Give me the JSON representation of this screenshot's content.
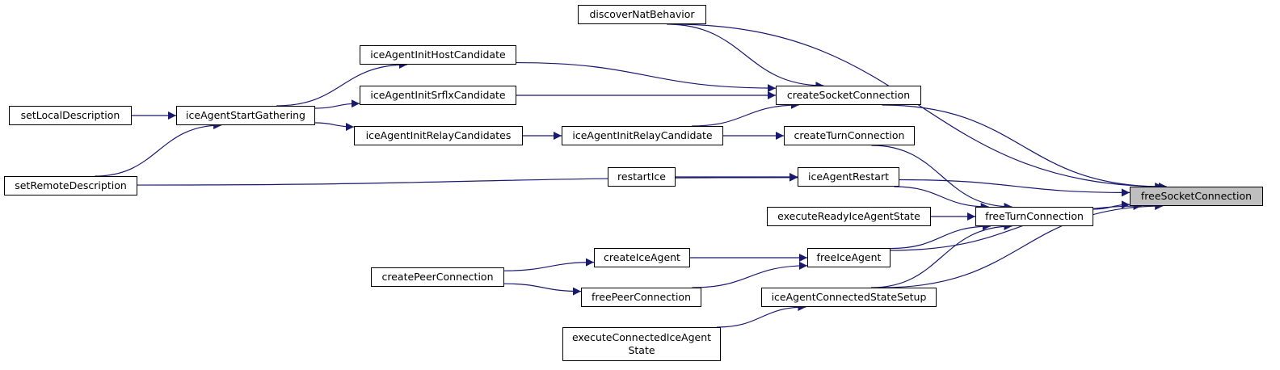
{
  "diagram": {
    "title": "",
    "edge_color": "#191970",
    "root_fill": "#bfbfbf",
    "nodes": {
      "freeSocketConnection": "freeSocketConnection",
      "createSocketConnection": "createSocketConnection",
      "freeTurnConnection": "freeTurnConnection",
      "iceAgentRestart": "iceAgentRestart",
      "freeIceAgent": "freeIceAgent",
      "iceAgentConnectedStateSetup": "iceAgentConnectedStateSetup",
      "discoverNatBehavior": "discoverNatBehavior",
      "iceAgentInitHostCandidate": "iceAgentInitHostCandidate",
      "iceAgentInitSrflxCandidate": "iceAgentInitSrflxCandidate",
      "iceAgentInitRelayCandidate": "iceAgentInitRelayCandidate",
      "createTurnConnection": "createTurnConnection",
      "executeReadyIceAgentState": "executeReadyIceAgentState",
      "iceAgentStartGathering": "iceAgentStartGathering",
      "iceAgentInitRelayCandidates": "iceAgentInitRelayCandidates",
      "setLocalDescription": "setLocalDescription",
      "setRemoteDescription": "setRemoteDescription",
      "restartIce": "restartIce",
      "createIceAgent": "createIceAgent",
      "freePeerConnection": "freePeerConnection",
      "createPeerConnection": "createPeerConnection",
      "executeConnectedIceAgentState": "executeConnectedIceAgent\nState"
    },
    "edges": [
      [
        "createSocketConnection",
        "freeSocketConnection"
      ],
      [
        "discoverNatBehavior",
        "freeSocketConnection"
      ],
      [
        "iceAgentRestart",
        "freeSocketConnection"
      ],
      [
        "freeTurnConnection",
        "freeSocketConnection"
      ],
      [
        "freeIceAgent",
        "freeSocketConnection"
      ],
      [
        "iceAgentConnectedStateSetup",
        "freeSocketConnection"
      ],
      [
        "discoverNatBehavior",
        "createSocketConnection"
      ],
      [
        "iceAgentInitHostCandidate",
        "createSocketConnection"
      ],
      [
        "iceAgentInitSrflxCandidate",
        "createSocketConnection"
      ],
      [
        "iceAgentInitRelayCandidate",
        "createSocketConnection"
      ],
      [
        "createTurnConnection",
        "freeTurnConnection"
      ],
      [
        "iceAgentRestart",
        "freeTurnConnection"
      ],
      [
        "executeReadyIceAgentState",
        "freeTurnConnection"
      ],
      [
        "freeIceAgent",
        "freeTurnConnection"
      ],
      [
        "iceAgentConnectedStateSetup",
        "freeTurnConnection"
      ],
      [
        "iceAgentInitRelayCandidate",
        "createTurnConnection"
      ],
      [
        "iceAgentInitRelayCandidates",
        "iceAgentInitRelayCandidate"
      ],
      [
        "iceAgentStartGathering",
        "iceAgentInitHostCandidate"
      ],
      [
        "iceAgentStartGathering",
        "iceAgentInitSrflxCandidate"
      ],
      [
        "iceAgentStartGathering",
        "iceAgentInitRelayCandidates"
      ],
      [
        "setLocalDescription",
        "iceAgentStartGathering"
      ],
      [
        "setRemoteDescription",
        "iceAgentStartGathering"
      ],
      [
        "restartIce",
        "iceAgentRestart"
      ],
      [
        "setRemoteDescription",
        "iceAgentRestart"
      ],
      [
        "createIceAgent",
        "freeIceAgent"
      ],
      [
        "freePeerConnection",
        "freeIceAgent"
      ],
      [
        "createPeerConnection",
        "createIceAgent"
      ],
      [
        "createPeerConnection",
        "freePeerConnection"
      ],
      [
        "executeConnectedIceAgentState",
        "iceAgentConnectedStateSetup"
      ]
    ]
  }
}
